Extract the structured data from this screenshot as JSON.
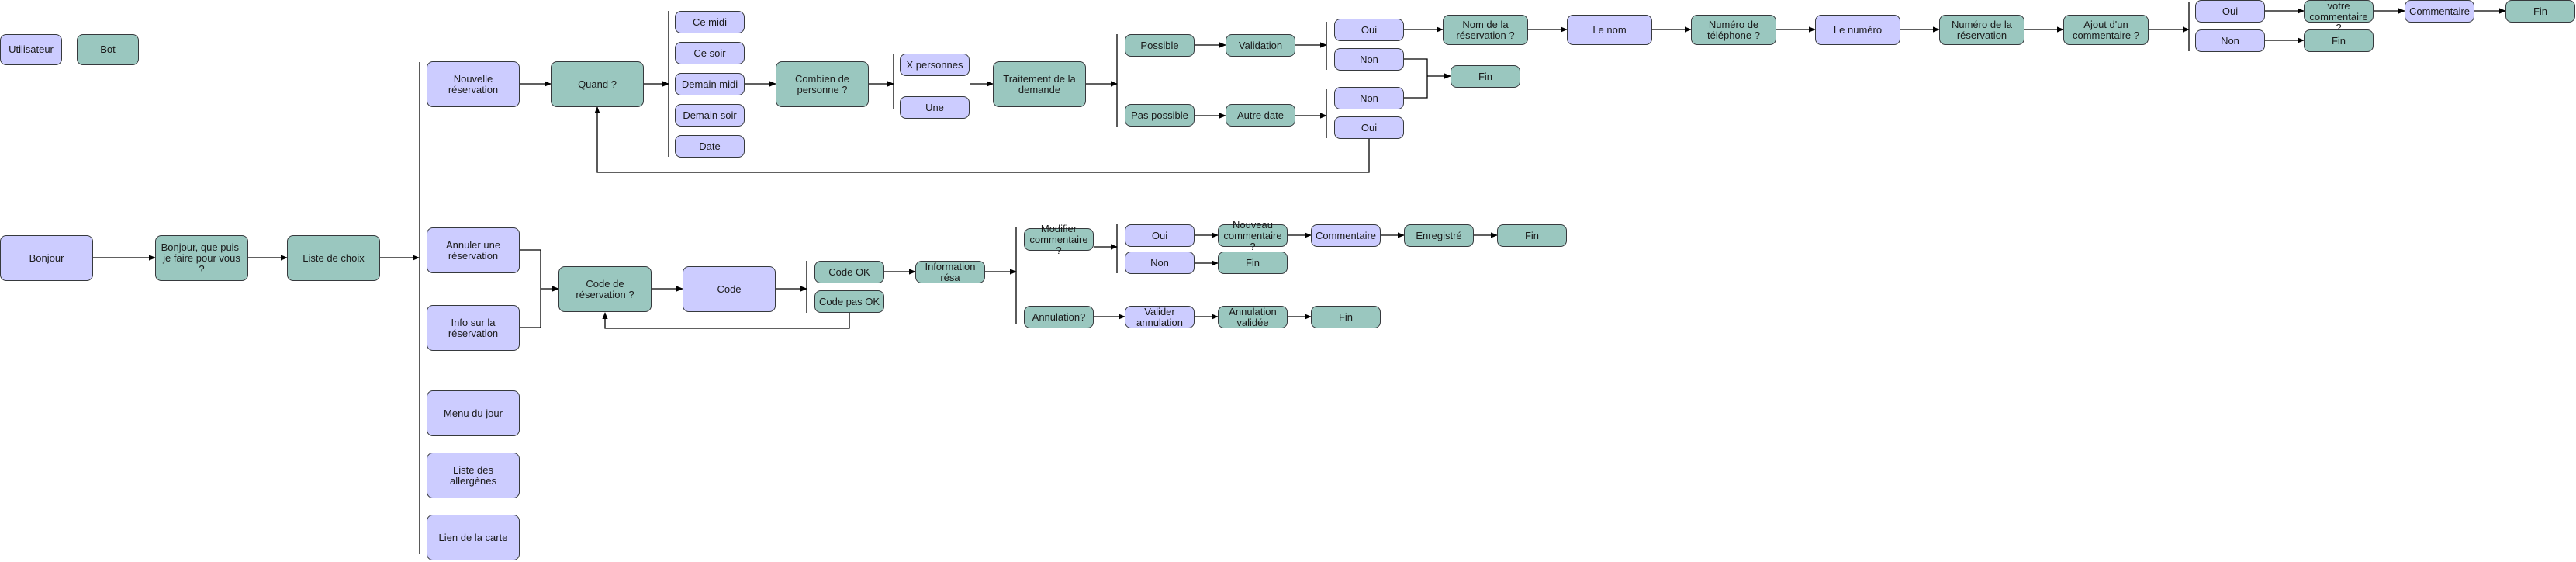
{
  "colors": {
    "user": "#ccccff",
    "bot": "#9ac7bf",
    "stroke": "#36393d"
  },
  "legend": {
    "user": "Utilisateur",
    "bot": "Bot"
  },
  "nodes": {
    "bonjour": "Bonjour",
    "bot_greet": "Bonjour, que puis-je faire pour vous ?",
    "liste_choix": "Liste de choix",
    "nouvelle_res": "Nouvelle réservation",
    "annuler_res": "Annuler une réservation",
    "info_res": "Info sur la réservation",
    "menu_jour": "Menu du jour",
    "allergenes": "Liste des allergènes",
    "lien_carte": "Lien de la carte",
    "quand": "Quand ?",
    "ce_midi": "Ce midi",
    "ce_soir": "Ce soir",
    "demain_midi": "Demain midi",
    "demain_soir": "Demain soir",
    "date": "Date",
    "combien": "Combien de personne ?",
    "x_personnes": "X personnes",
    "une": "Une",
    "traitement": "Traitement de la demande",
    "possible": "Possible",
    "pas_possible": "Pas possible",
    "validation": "Validation",
    "autre_date": "Autre date",
    "oui_1": "Oui",
    "non_1": "Non",
    "non_2": "Non",
    "oui_2": "Oui",
    "nom_res": "Nom de la réservation ?",
    "fin_1": "Fin",
    "le_nom": "Le nom",
    "num_tel": "Numéro de téléphone ?",
    "le_numero": "Le numéro",
    "num_res": "Numéro de la réservation",
    "ajout_comm": "Ajout d'un commentaire ?",
    "oui_3": "Oui",
    "non_3": "Non",
    "quel_comm": "Quel est votre commentaire ?",
    "fin_2": "Fin",
    "commentaire_1": "Commentaire",
    "fin_3": "Fin",
    "code_res": "Code de réservation ?",
    "code": "Code",
    "code_ok": "Code OK",
    "code_pas_ok": "Code pas OK",
    "info_resa": "Information résa",
    "modifier_comm": "Modifier commentaire ?",
    "annulation_q": "Annulation?",
    "oui_4": "Oui",
    "non_4": "Non",
    "nouveau_comm": "Nouveau commentaire ?",
    "fin_4": "Fin",
    "commentaire_2": "Commentaire",
    "enregistre": "Enregistré",
    "fin_5": "Fin",
    "valider_annul": "Valider annulation",
    "annul_validee": "Annulation validée",
    "fin_6": "Fin"
  }
}
